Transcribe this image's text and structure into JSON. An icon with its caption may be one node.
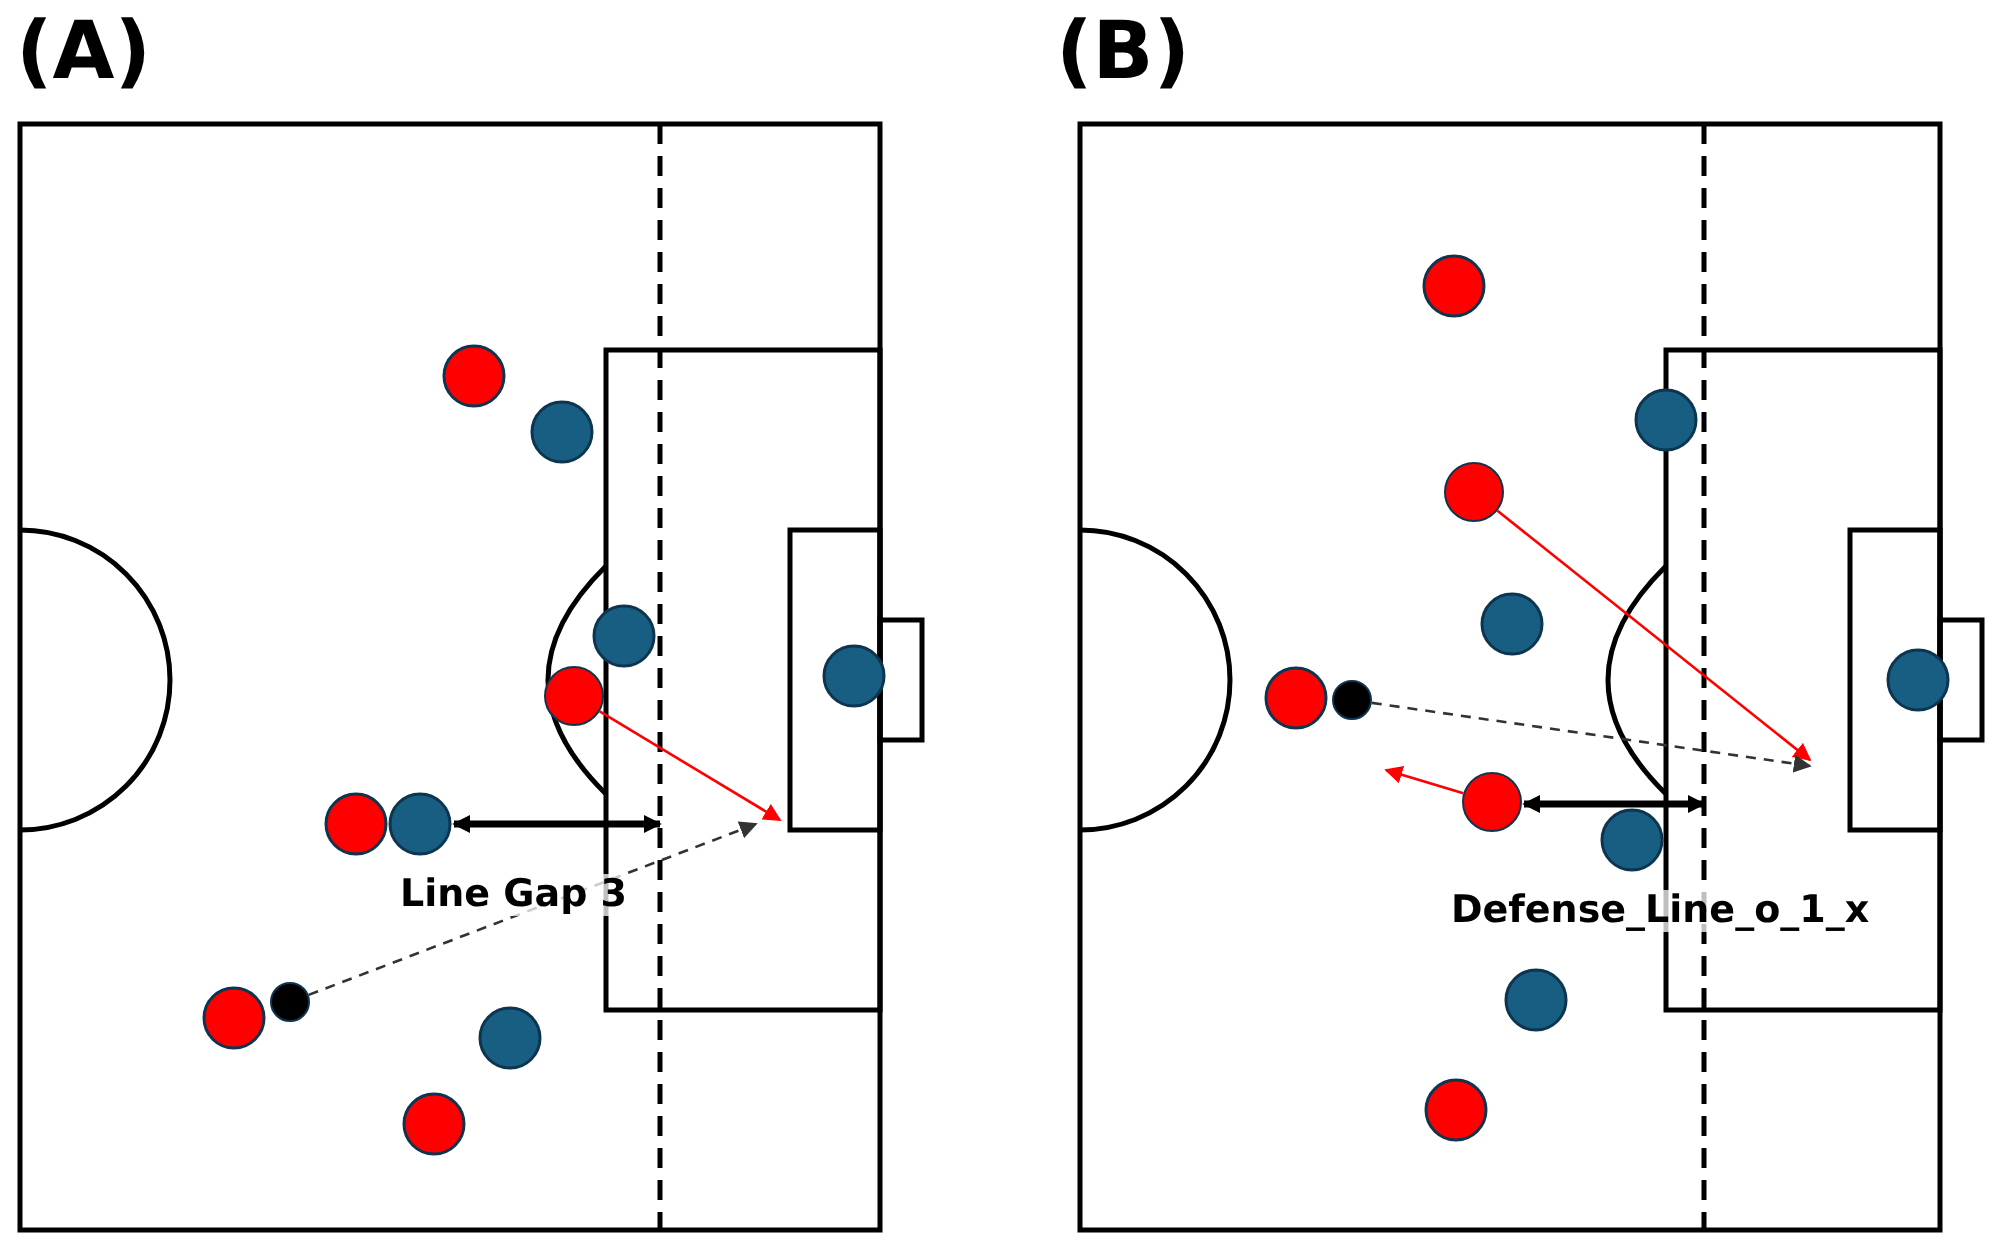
{
  "diagram": {
    "nodes": [
      {
        "text": [],
        "shape": "circle"
      },
      {
        "text": [],
        "shape": "circle"
      },
      {
        "text": [],
        "shape": "circle"
      },
      {
        "text": [],
        "shape": "circle"
      },
      {
        "text": [],
        "shape": "circle"
      }
    ],
    "edges": [
      {
        "from": 0,
        "to": null,
        "arrow": "to"
      },
      {
        "from": 1,
        "to": null,
        "arrow": "to",
        "style": "dashed",
        "color": "#333333"
      },
      {
        "from": 2,
        "to": null,
        "arrow": "to"
      },
      {
        "from": 3,
        "to": null,
        "arrow": "to",
        "style": "dashed",
        "color": "#333333"
      },
      {
        "from": 4,
        "to": null,
        "arrow": "to"
      }
    ],
    "labels": [
      "(A)",
      "(B)",
      "Line Gap 3",
      "Defense_Line_o_1_x"
    ]
  }
}
